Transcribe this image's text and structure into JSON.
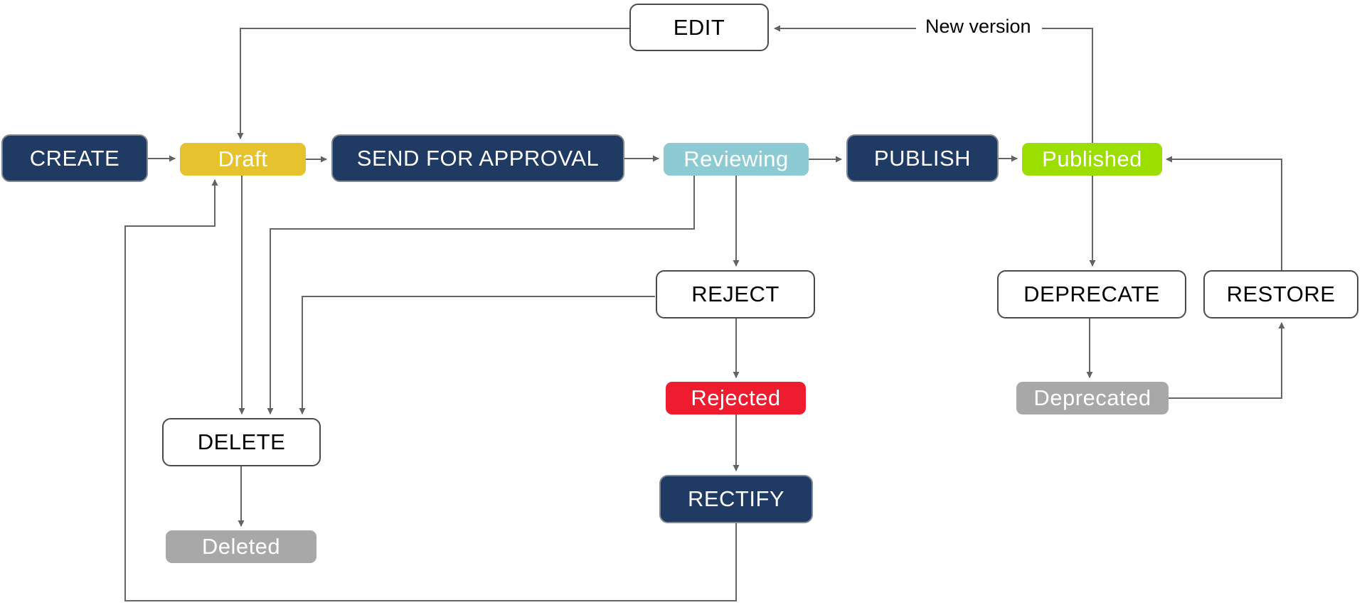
{
  "diagram": {
    "type": "flowchart-state-lifecycle",
    "background_color": "#ffffff",
    "connector_color": "#666666",
    "nodes": {
      "create": {
        "label": "CREATE",
        "kind": "action",
        "fill": "#1f3a63",
        "text_color": "#ffffff"
      },
      "draft": {
        "label": "Draft",
        "kind": "state",
        "fill": "#e6c22f",
        "text_color": "#ffffff"
      },
      "send_for_approval": {
        "label": "SEND FOR APPROVAL",
        "kind": "action",
        "fill": "#1f3a63",
        "text_color": "#ffffff"
      },
      "reviewing": {
        "label": "Reviewing",
        "kind": "state",
        "fill": "#8ccbd4",
        "text_color": "#ffffff"
      },
      "publish": {
        "label": "PUBLISH",
        "kind": "action",
        "fill": "#1f3a63",
        "text_color": "#ffffff"
      },
      "published": {
        "label": "Published",
        "kind": "state",
        "fill": "#9bde00",
        "text_color": "#ffffff"
      },
      "edit": {
        "label": "EDIT",
        "kind": "action-outline",
        "fill": "#ffffff",
        "text_color": "#000000"
      },
      "reject": {
        "label": "REJECT",
        "kind": "action-outline",
        "fill": "#ffffff",
        "text_color": "#000000"
      },
      "rejected": {
        "label": "Rejected",
        "kind": "state",
        "fill": "#ee1c2e",
        "text_color": "#ffffff"
      },
      "rectify": {
        "label": "RECTIFY",
        "kind": "action",
        "fill": "#1f3a63",
        "text_color": "#ffffff"
      },
      "delete": {
        "label": "DELETE",
        "kind": "action-outline",
        "fill": "#ffffff",
        "text_color": "#000000"
      },
      "deleted": {
        "label": "Deleted",
        "kind": "state",
        "fill": "#a8a8a8",
        "text_color": "#ffffff"
      },
      "deprecate": {
        "label": "DEPRECATE",
        "kind": "action-outline",
        "fill": "#ffffff",
        "text_color": "#000000"
      },
      "restore": {
        "label": "RESTORE",
        "kind": "action-outline",
        "fill": "#ffffff",
        "text_color": "#000000"
      },
      "deprecated": {
        "label": "Deprecated",
        "kind": "state",
        "fill": "#a8a8a8",
        "text_color": "#ffffff"
      }
    },
    "annotations": {
      "new_version_label": "New version"
    },
    "edges": [
      {
        "from": "create",
        "to": "draft"
      },
      {
        "from": "draft",
        "to": "send_for_approval"
      },
      {
        "from": "send_for_approval",
        "to": "reviewing"
      },
      {
        "from": "reviewing",
        "to": "publish"
      },
      {
        "from": "publish",
        "to": "published"
      },
      {
        "from": "published",
        "to": "edit",
        "label": "New version"
      },
      {
        "from": "edit",
        "to": "draft"
      },
      {
        "from": "draft",
        "to": "delete"
      },
      {
        "from": "reviewing",
        "to": "delete"
      },
      {
        "from": "reviewing",
        "to": "reject"
      },
      {
        "from": "reject",
        "to": "delete"
      },
      {
        "from": "reject",
        "to": "rejected"
      },
      {
        "from": "rejected",
        "to": "rectify"
      },
      {
        "from": "rectify",
        "to": "draft"
      },
      {
        "from": "delete",
        "to": "deleted"
      },
      {
        "from": "published",
        "to": "deprecate"
      },
      {
        "from": "deprecate",
        "to": "deprecated"
      },
      {
        "from": "deprecated",
        "to": "restore"
      },
      {
        "from": "restore",
        "to": "published"
      }
    ]
  }
}
